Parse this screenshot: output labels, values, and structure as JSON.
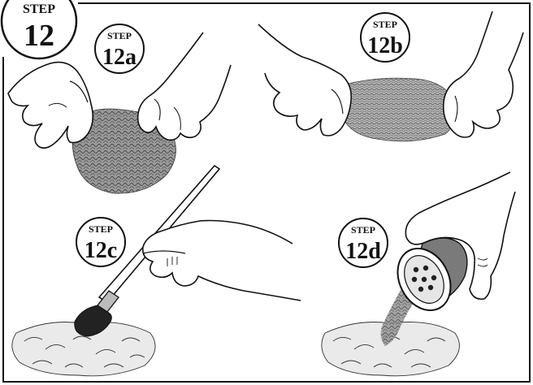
{
  "main_step": {
    "label": "STEP",
    "number": "12"
  },
  "panels": [
    {
      "id": "12a",
      "label": "STEP",
      "number": "12a"
    },
    {
      "id": "12b",
      "label": "STEP",
      "number": "12b"
    },
    {
      "id": "12c",
      "label": "STEP",
      "number": "12c"
    },
    {
      "id": "12d",
      "label": "STEP",
      "number": "12d"
    }
  ],
  "colors": {
    "line": "#111111",
    "fiber": "#6e6e6e",
    "fiber_dark": "#3a3a3a",
    "foliage": "#8a8a8a"
  }
}
